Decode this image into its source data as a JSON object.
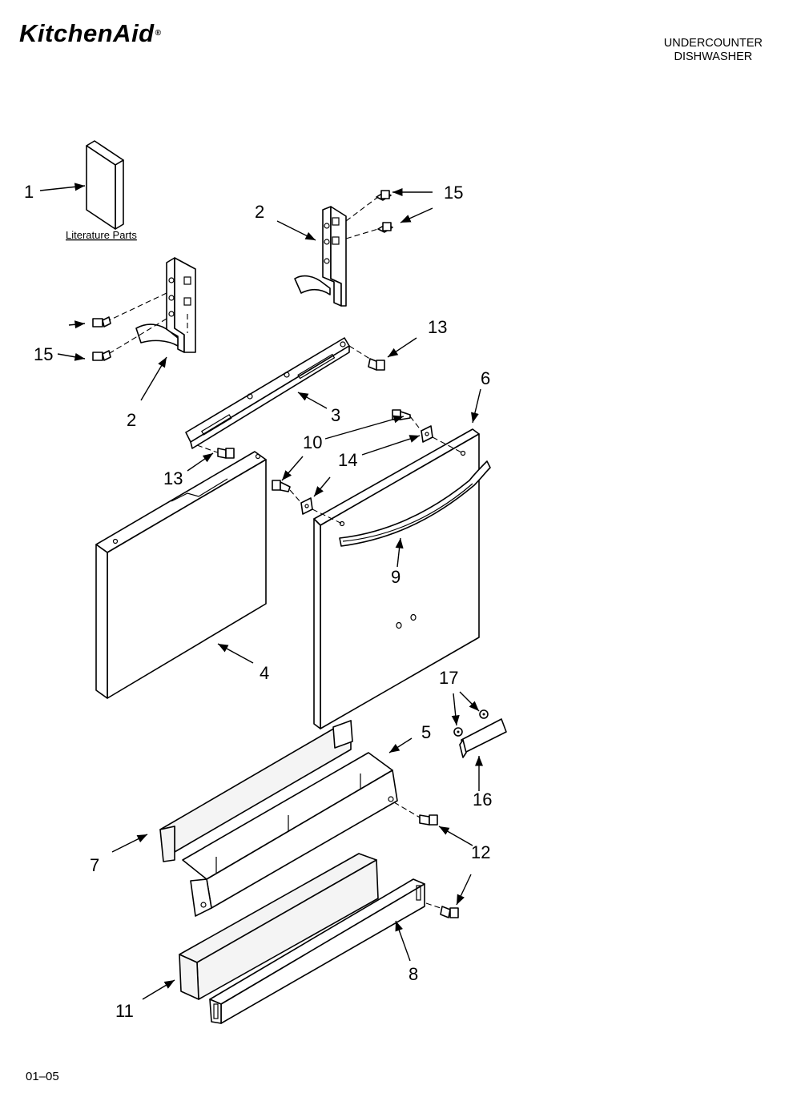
{
  "header": {
    "brand": "KitchenAid",
    "brand_mark": "®",
    "product_line1": "UNDERCOUNTER",
    "product_line2": "DISHWASHER"
  },
  "literature_caption": "Literature Parts",
  "footer": {
    "code": "01–05"
  },
  "callouts": {
    "c1": "1",
    "c2_top": "2",
    "c2_left": "2",
    "c3": "3",
    "c4": "4",
    "c5": "5",
    "c6": "6",
    "c7": "7",
    "c8": "8",
    "c9": "9",
    "c10": "10",
    "c11": "11",
    "c12": "12",
    "c13_right": "13",
    "c13_left": "13",
    "c14": "14",
    "c15_right": "15",
    "c15_left": "15",
    "c16": "16",
    "c17": "17"
  }
}
